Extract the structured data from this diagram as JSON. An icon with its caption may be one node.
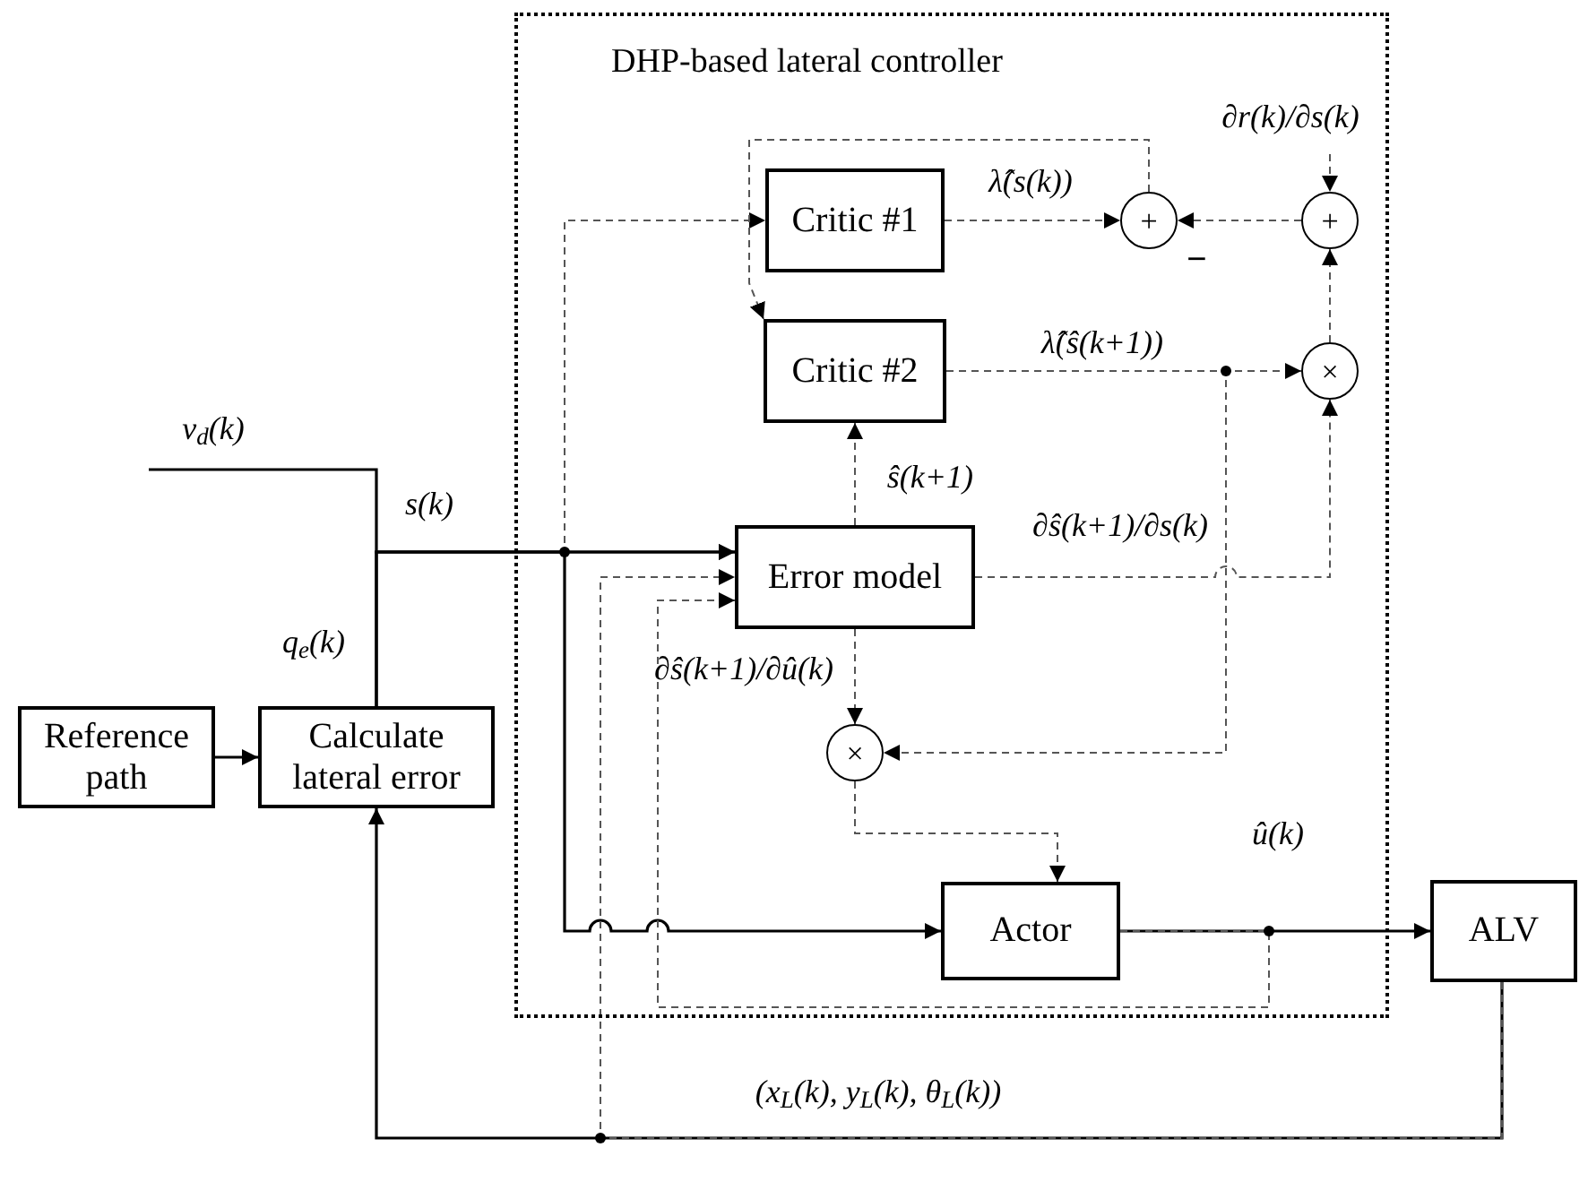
{
  "diagram": {
    "nodes": [
      {
        "text": [
          "DHP-based lateral controller"
        ]
      },
      {
        "text": [
          "Critic #1"
        ],
        "in": 0
      },
      {
        "text": [
          "+"
        ],
        "in": 0
      },
      {
        "text": [
          "+"
        ],
        "in": 0
      },
      {
        "text": [
          "Critic #2"
        ],
        "in": 0
      },
      {
        "text": [
          "×"
        ],
        "in": 0
      },
      {
        "text": [
          "Error model"
        ],
        "in": 0
      },
      {
        "text": [
          "×"
        ],
        "in": 0
      },
      {
        "text": [
          "Reference path"
        ]
      },
      {
        "text": [
          "Calculate lateral error"
        ]
      },
      {
        "text": [
          "Actor"
        ],
        "in": 0
      },
      {
        "text": [
          "ALV"
        ]
      }
    ],
    "edges": [
      {
        "from": 8,
        "to": 9,
        "arrow": "to"
      },
      {
        "from": 9,
        "to": 6,
        "arrow": "to",
        "label": "q$_{e}$(k)"
      },
      {
        "from": null,
        "to": 6,
        "arrow": "to",
        "label": "v$_{d}$(k)"
      },
      {
        "from": 9,
        "to": 1,
        "arrow": "to",
        "style": "dashed"
      },
      {
        "from": 9,
        "to": 10,
        "arrow": "to"
      },
      {
        "from": 1,
        "to": 2,
        "arrow": "to",
        "style": "dashed",
        "label": "λ̂(s(k))"
      },
      {
        "from": 3,
        "to": 2,
        "arrow": "to",
        "style": "dashed"
      },
      {
        "from": null,
        "to": 3,
        "arrow": "to",
        "style": "dashed",
        "label": "∂r(k)/∂s(k)"
      },
      {
        "from": 5,
        "to": 3,
        "arrow": "to",
        "style": "dashed"
      },
      {
        "from": 4,
        "to": 5,
        "arrow": "to",
        "style": "dashed",
        "label": "λ̂(ŝ(k+1))"
      },
      {
        "from": 4,
        "to": 7,
        "arrow": "to",
        "style": "dashed"
      },
      {
        "from": 6,
        "to": 4,
        "arrow": "to",
        "style": "dashed",
        "label": "ŝ(k+1)"
      },
      {
        "from": 6,
        "to": 5,
        "arrow": "to",
        "style": "dashed",
        "label": "∂ŝ(k+1)/∂s(k)"
      },
      {
        "from": 6,
        "to": 7,
        "arrow": "to",
        "style": "dashed",
        "label": "∂ŝ(k+1)/∂û(k)"
      },
      {
        "from": 7,
        "to": 10,
        "arrow": "to",
        "style": "dashed"
      },
      {
        "from": 2,
        "to": 4,
        "arrow": "to",
        "style": "dashed"
      },
      {
        "from": 10,
        "to": 11,
        "arrow": "to",
        "label": "û(k)"
      },
      {
        "from": 10,
        "to": 6,
        "arrow": "to",
        "style": "dashed"
      },
      {
        "from": 11,
        "to": 9,
        "arrow": "to",
        "label": "(x$_{L}$(k), y$_{L}$(k), θ$_{L}$(k))"
      },
      {
        "from": 11,
        "to": 6,
        "arrow": "to",
        "style": "dashed"
      }
    ],
    "labels": [
      "s(k)",
      "−"
    ]
  }
}
